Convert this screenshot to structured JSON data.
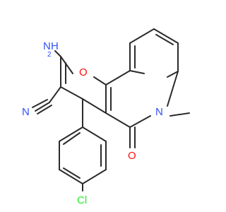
{
  "colors": {
    "bond": "#2b2b2b",
    "nitrogen": "#3050f8",
    "oxygen": "#ff0d0d",
    "chlorine": "#1ff01f",
    "background": "#ffffff"
  },
  "atoms": {
    "amino_n": "N",
    "amino_h": "H",
    "amino_h_count": "2",
    "ring_o": "O",
    "nitrile_n": "N",
    "ring_n": "N",
    "carbonyl_o": "O",
    "chlorine": "Cl"
  }
}
